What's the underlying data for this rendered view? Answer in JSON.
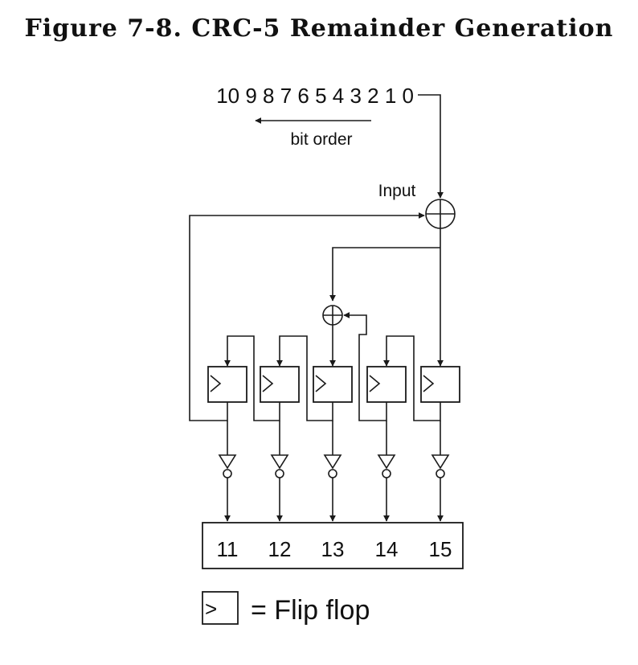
{
  "title": "Figure 7-8.  CRC-5 Remainder Generation",
  "bit_sequence": [
    "10",
    "9",
    "8",
    "7",
    "6",
    "5",
    "4",
    "3",
    "2",
    "1",
    "0"
  ],
  "bit_order_label": "bit order",
  "input_label": "Input",
  "output_bits": [
    "11",
    "12",
    "13",
    "14",
    "15"
  ],
  "legend": {
    "symbol": ">",
    "text": "= Flip flop"
  },
  "colors": {
    "line": "#1a1a1a",
    "text": "#111111",
    "background": "#ffffff"
  }
}
